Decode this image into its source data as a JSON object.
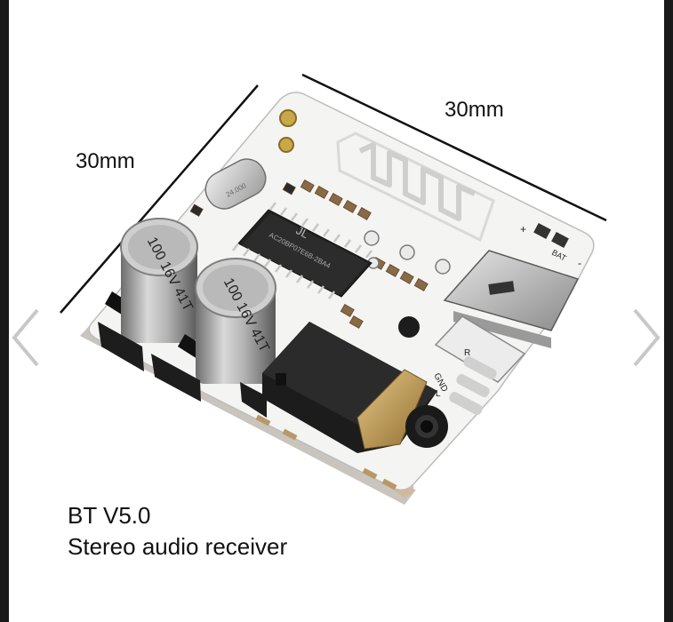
{
  "product": {
    "dimensions": {
      "width_label": "30mm",
      "depth_label": "30mm"
    },
    "caption": {
      "line1": "BT V5.0",
      "line2": "Stereo audio receiver"
    },
    "components": {
      "capacitor_label": "100 16V 41T",
      "chip_label": "AC20BP07E6B-2BA4",
      "chip_logo": "JL",
      "crystal_label": "24.000",
      "pad_labels": {
        "right": "R",
        "ground": "GND",
        "left": "L",
        "plus": "+",
        "bat": "BAT",
        "minus": "-"
      }
    }
  },
  "navigation": {
    "prev_icon": "chevron-left-icon",
    "next_icon": "chevron-right-icon"
  },
  "colors": {
    "board": "#f4f4f2",
    "background": "#ffffff",
    "border": "#1a1a1a",
    "text": "#111111",
    "arrow": "#c8c8c8"
  }
}
